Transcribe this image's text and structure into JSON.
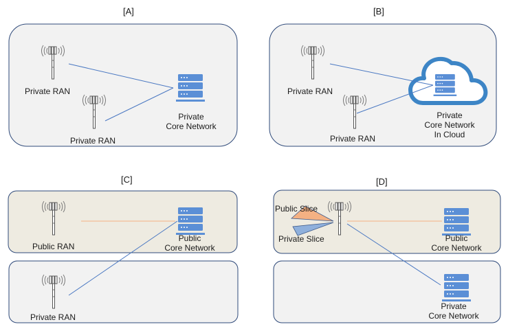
{
  "panels": {
    "a": {
      "title": "[A]",
      "ran_top": "Private RAN",
      "ran_bottom": "Private RAN",
      "core_line1": "Private",
      "core_line2": "Core Network"
    },
    "b": {
      "title": "[B]",
      "ran_top": "Private RAN",
      "ran_bottom": "Private RAN",
      "core_line1": "Private",
      "core_line2": "Core Network",
      "core_line3": "In Cloud"
    },
    "c": {
      "title": "[C]",
      "public_ran": "Public RAN",
      "core_line1": "Public",
      "core_line2": "Core Network",
      "private_ran": "Private RAN"
    },
    "d": {
      "title": "[D]",
      "public_slice": "Public Slice",
      "private_slice": "Private Slice",
      "public_core_line1": "Public",
      "public_core_line2": "Core Network",
      "private_core_line1": "Private",
      "private_core_line2": "Core Network"
    }
  },
  "colors": {
    "box_fill_gray": "#f2f2f2",
    "box_fill_beige": "#eeebe1",
    "box_border": "#2f4a7a",
    "link_blue": "#4a78c2",
    "link_orange": "#f4b183",
    "server_blue": "#5b8fd6",
    "cloud_blue": "#3d85c6",
    "slice_orange": "#f4b183",
    "slice_blue": "#8fb0dc"
  },
  "icons": [
    "antenna-icon",
    "server-icon",
    "cloud-icon"
  ]
}
